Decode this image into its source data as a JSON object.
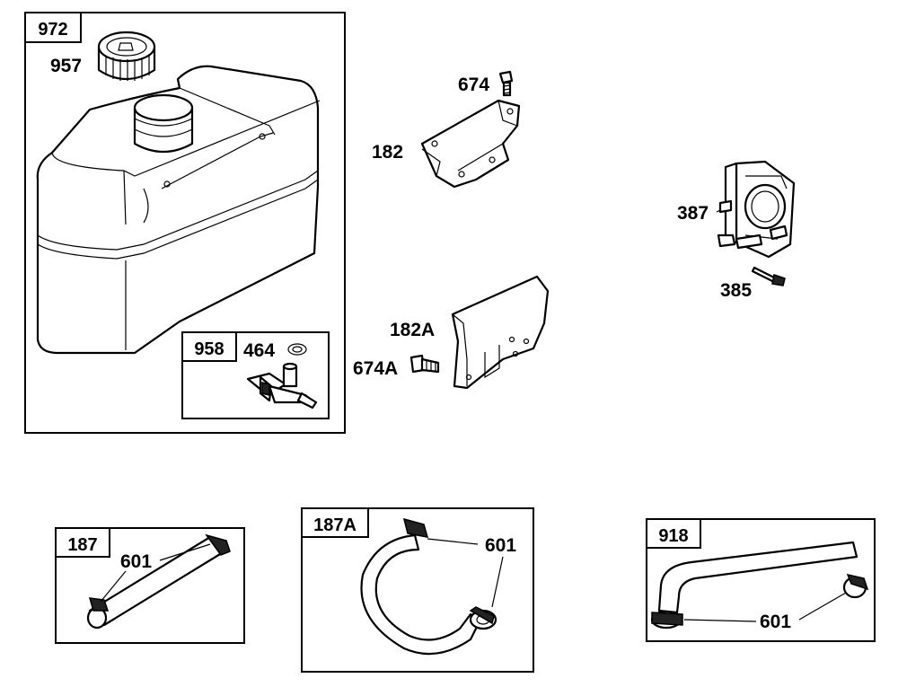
{
  "labels": {
    "box_972": "972",
    "p957": "957",
    "box_958": "958",
    "p464": "464",
    "p674": "674",
    "p182": "182",
    "p182A": "182A",
    "p674A": "674A",
    "p387": "387",
    "p385": "385",
    "box_187": "187",
    "p601_a": "601",
    "box_187A": "187A",
    "p601_b": "601",
    "box_918": "918",
    "p601_c": "601"
  }
}
